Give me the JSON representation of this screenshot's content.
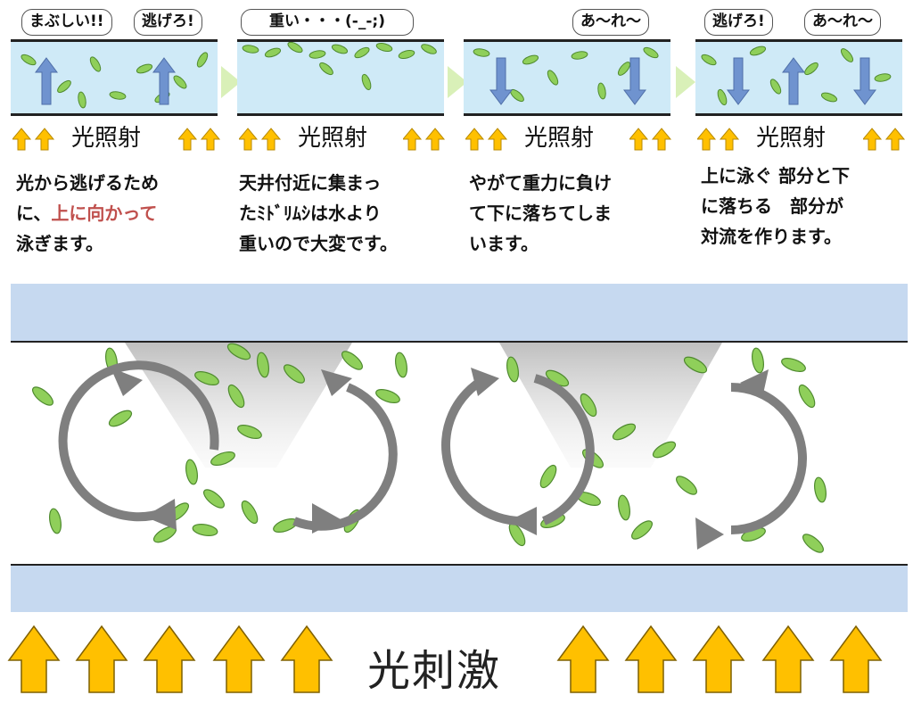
{
  "panels": [
    {
      "bubbles": [
        "まぶしい!!",
        "逃げろ!"
      ],
      "light": "光照射",
      "caption_lines": [
        "光から逃げるため",
        "に、",
        "泳ぎます。"
      ],
      "caption_accent": "上に向かって"
    },
    {
      "bubbles": [
        "重い・・・(-_-;)"
      ],
      "light": "光照射",
      "caption_lines": [
        "天井付近に集まっ",
        "たﾐﾄﾞﾘﾑｼは水より",
        "重いので大変です。"
      ]
    },
    {
      "bubbles": [
        "あ～れ～"
      ],
      "light": "光照射",
      "caption_lines": [
        "やがて重力に負け",
        "て下に落ちてしま",
        "います。"
      ]
    },
    {
      "bubbles": [
        "逃げろ!",
        "あ～れ～"
      ],
      "light": "光照射",
      "caption_lines": [
        "上に泳ぐ 部分と下",
        "に落ちる　部分が",
        "対流を作ります。"
      ]
    }
  ],
  "bottom": {
    "label": "光刺激"
  },
  "colors": {
    "water": "#cfeaf7",
    "band": "#c6d9f0",
    "arrow_orange": "#ffc000",
    "arrow_blue": "#6f93cf",
    "cell_green": "#7cc24a",
    "cycle_gray": "#7f7f7f",
    "accent": "#c0504d"
  },
  "icons": [
    "up-arrow-icon",
    "down-arrow-icon",
    "euglena-icon",
    "circular-arrow-icon",
    "chevron-right-icon"
  ]
}
